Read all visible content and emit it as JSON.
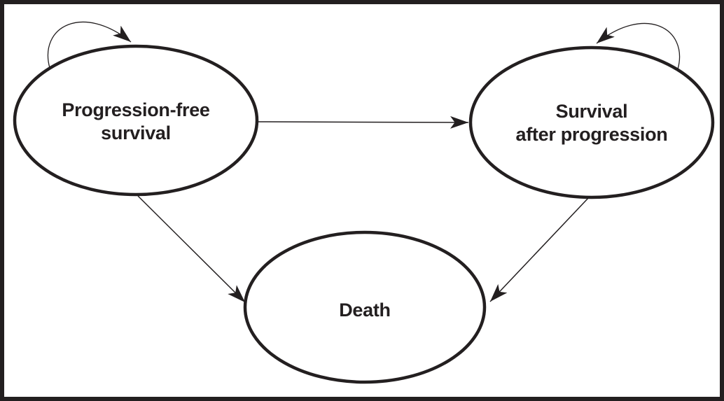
{
  "figure": {
    "type": "state-transition-diagram",
    "background_color": "#ffffff",
    "ink_color": "#231f20",
    "nodes": [
      {
        "id": "progression-free-survival",
        "label_lines": [
          "Progression-free",
          "survival"
        ]
      },
      {
        "id": "survival-after-progression",
        "label_lines": [
          "Survival",
          "after progression"
        ]
      },
      {
        "id": "death",
        "label_lines": [
          "Death"
        ]
      }
    ],
    "edges": [
      {
        "name": "pfs-self-transition",
        "from": "progression-free-survival",
        "to": "progression-free-survival"
      },
      {
        "name": "sap-self-transition",
        "from": "survival-after-progression",
        "to": "survival-after-progression"
      },
      {
        "name": "pfs-to-sap",
        "from": "progression-free-survival",
        "to": "survival-after-progression"
      },
      {
        "name": "pfs-to-death",
        "from": "progression-free-survival",
        "to": "death"
      },
      {
        "name": "sap-to-death",
        "from": "survival-after-progression",
        "to": "death"
      }
    ]
  }
}
